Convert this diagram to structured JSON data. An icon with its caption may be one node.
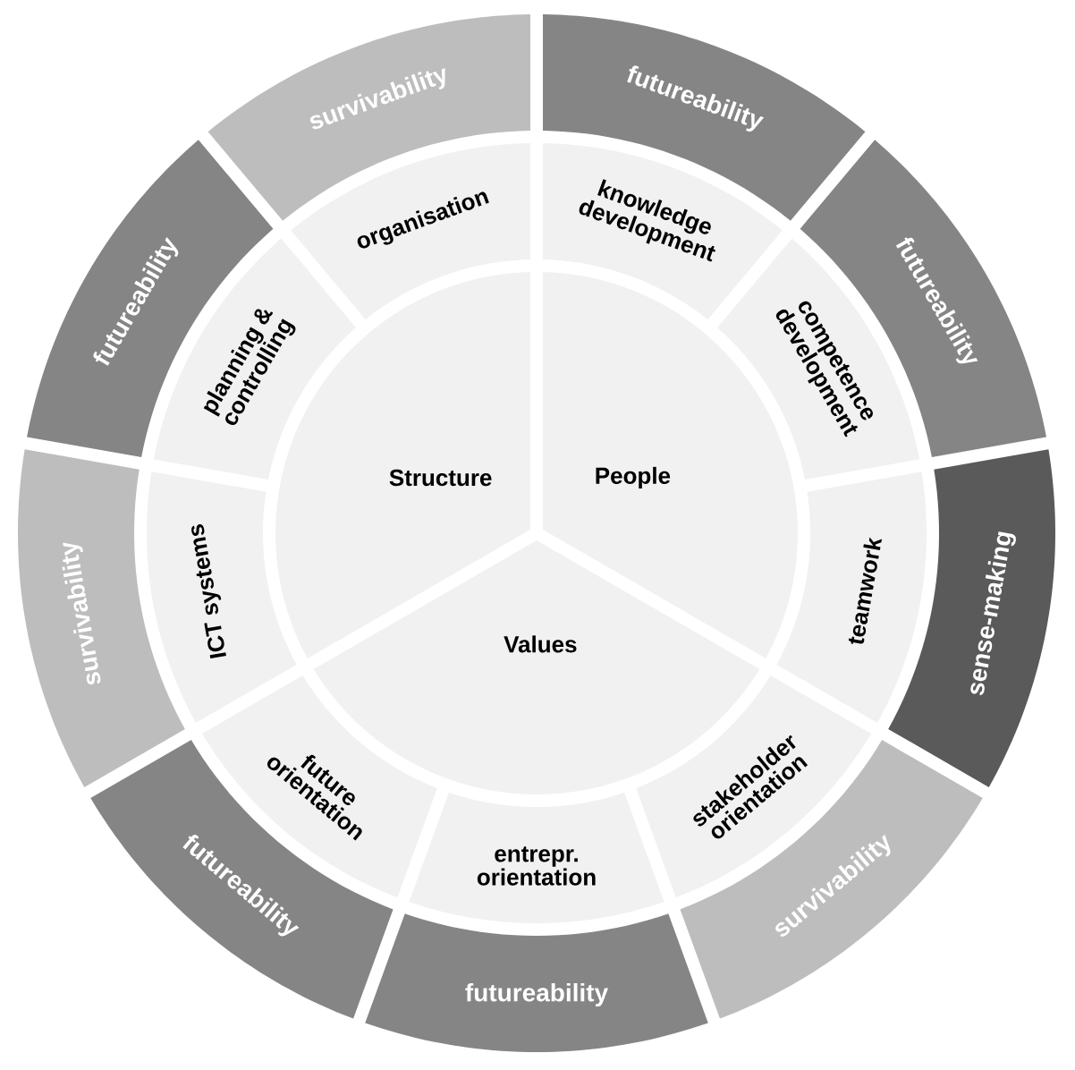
{
  "diagram": {
    "nodes": [
      {
        "text": [
          "Structure"
        ]
      },
      {
        "text": [
          "People"
        ]
      },
      {
        "text": [
          "Values"
        ]
      },
      {
        "text": [
          "organisation"
        ]
      },
      {
        "text": [
          "knowledge development"
        ]
      },
      {
        "text": [
          "competence development"
        ]
      },
      {
        "text": [
          "teamwork"
        ]
      },
      {
        "text": [
          "stakeholder orientation"
        ]
      },
      {
        "text": [
          "entrepr. orientation"
        ]
      },
      {
        "text": [
          "future orientation"
        ]
      },
      {
        "text": [
          "ICT systems"
        ]
      },
      {
        "text": [
          "planning & controlling"
        ]
      },
      {
        "text": [
          "survivability"
        ]
      },
      {
        "text": [
          "futureability"
        ]
      },
      {
        "text": [
          "futureability"
        ]
      },
      {
        "text": [
          "sense-making"
        ]
      },
      {
        "text": [
          "survivability"
        ]
      },
      {
        "text": [
          "futureability"
        ]
      },
      {
        "text": [
          "futureability"
        ]
      },
      {
        "text": [
          "survivability"
        ]
      },
      {
        "text": [
          "futureability"
        ]
      }
    ]
  }
}
